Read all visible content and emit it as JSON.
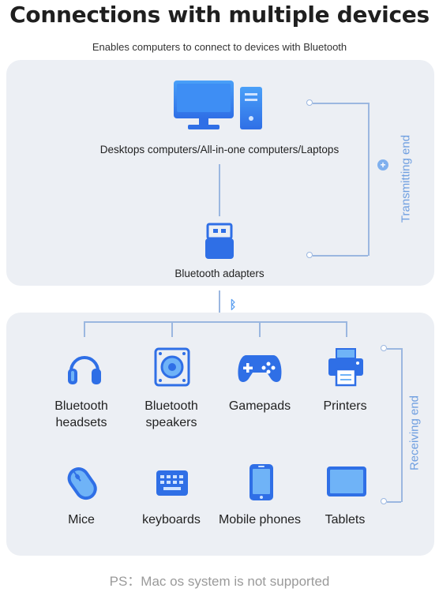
{
  "header": {
    "title": "Connections with multiple devices",
    "subtitle": "Enables computers to connect to devices with Bluetooth"
  },
  "transmitting": {
    "computer_label": "Desktops computers/All-in-one computers/Laptops",
    "adapter_label": "Bluetooth adapters",
    "side_label": "Transmitting end"
  },
  "receiving": {
    "side_label": "Receiving end",
    "devices": [
      {
        "label": "Bluetooth headsets",
        "icon": "headphones-icon"
      },
      {
        "label": "Bluetooth speakers",
        "icon": "speaker-icon"
      },
      {
        "label": "Gamepads",
        "icon": "gamepad-icon"
      },
      {
        "label": "Printers",
        "icon": "printer-icon"
      },
      {
        "label": "Mice",
        "icon": "mouse-icon"
      },
      {
        "label": "keyboards",
        "icon": "keyboard-icon"
      },
      {
        "label": "Mobile phones",
        "icon": "phone-icon"
      },
      {
        "label": "Tablets",
        "icon": "tablet-icon"
      }
    ]
  },
  "footer": {
    "note": "PS：Mac os system is not supported"
  },
  "colors": {
    "accent": "#2e7ef0",
    "accent_light": "#6fb3f7",
    "panel": "#eceff4",
    "line": "#9bb7e0"
  }
}
